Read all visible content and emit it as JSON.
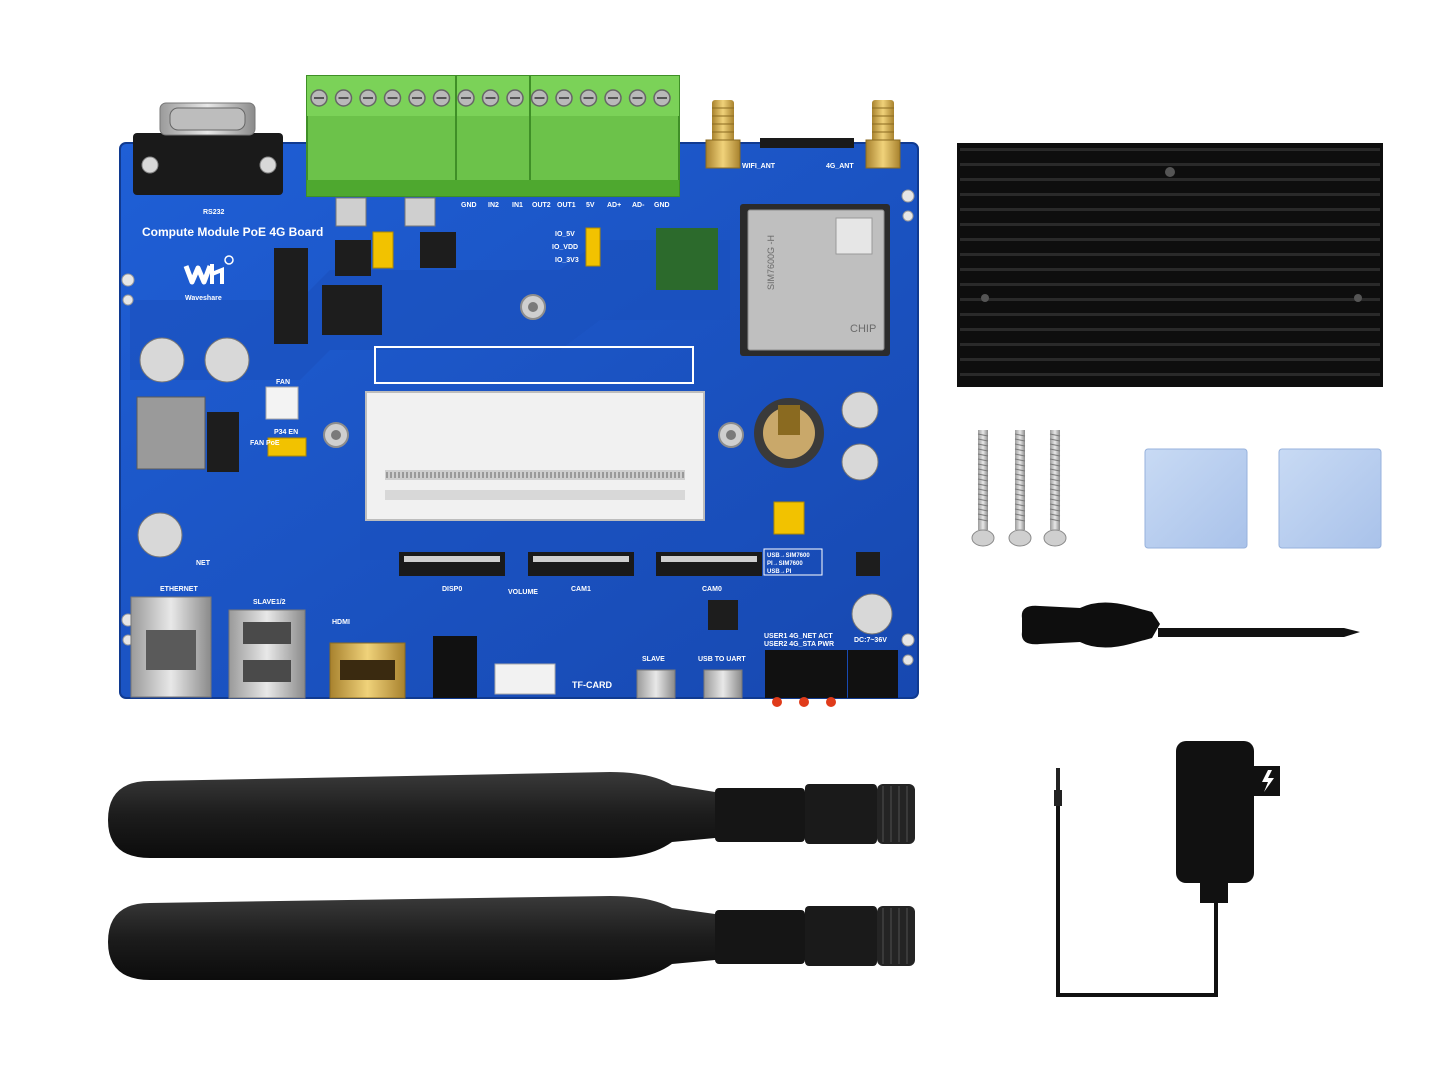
{
  "board": {
    "title": "Compute Module PoE 4G Board",
    "brand": "Waveshare",
    "module_label": "SIM7600G -H",
    "chip_label": "CHIP",
    "labels": {
      "rs232": "RS232",
      "wifi_ant": "WIFI_ANT",
      "ant_4g": "4G_ANT",
      "gnd": "GND",
      "in2": "IN2",
      "in1": "IN1",
      "out2": "OUT2",
      "out1": "OUT1",
      "v5": "5V",
      "ad_plus": "AD+",
      "ad_minus": "AD-",
      "gnd2": "GND",
      "io_5v": "IO_5V",
      "io_vdd": "IO_VDD",
      "io_3v3": "IO_3V3",
      "fan": "FAN",
      "fan_poe": "FAN PoE",
      "p34_en": "P34 EN",
      "net": "NET",
      "ethernet": "ETHERNET",
      "slave12": "SLAVE1/2",
      "hdmi": "HDMI",
      "disp0": "DISP0",
      "cam1": "CAM1",
      "cam0": "CAM0",
      "volume": "VOLUME",
      "tf_card": "TF-CARD",
      "slave": "SLAVE",
      "usb_to_uart": "USB TO UART",
      "user_leds_1": "USER1 4G_NET ACT",
      "user_leds_2": "USER2 4G_STA PWR",
      "dc_in": "DC:7~36V",
      "usb_sim7600": "USB→SIM7600",
      "pi_sim7600": "PI→SIM7600",
      "usb_pi": "USB→PI"
    }
  },
  "accessories": {
    "heatsink": "heatsink",
    "screws": 3,
    "thermal_pads": 2,
    "antennas": 2
  },
  "colors": {
    "pcb": "#1b55c8",
    "pcb_dark": "#1444a8",
    "terminal": "#6cc24a",
    "gold": "#d8b24a",
    "heatsink": "#111111",
    "pad": "#b7cdee"
  }
}
